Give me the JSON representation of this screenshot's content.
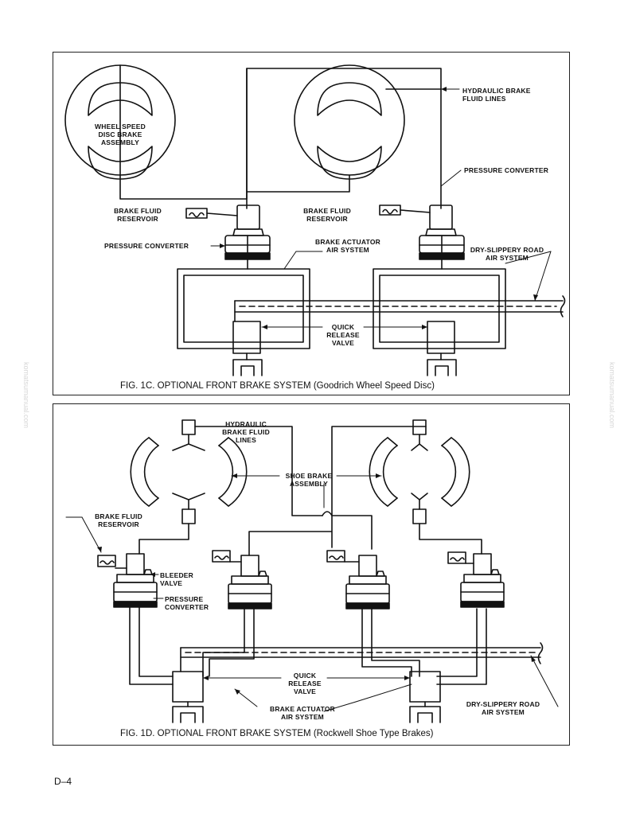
{
  "watermark": {
    "text": "komatsumanual.com"
  },
  "page": {
    "number": "D–4"
  },
  "fig_1c": {
    "caption": "FIG. 1C. OPTIONAL FRONT BRAKE SYSTEM (Goodrich Wheel Speed Disc)",
    "labels": {
      "hydraulic_lines": "HYDRAULIC BRAKE\nFLUID LINES",
      "wheel_speed": "WHEEL SPEED\nDISC BRAKE\nASSEMBLY",
      "pressure_converter_right": "PRESSURE CONVERTER",
      "reservoir_left": "BRAKE FLUID\nRESERVOIR",
      "reservoir_right": "BRAKE FLUID\nRESERVOIR",
      "pressure_converter_left": "PRESSURE CONVERTER",
      "actuator_air": "BRAKE ACTUATOR\nAIR SYSTEM",
      "dry_slippery": "DRY-SLIPPERY ROAD\nAIR SYSTEM",
      "quick_release": "QUICK\nRELEASE\nVALVE"
    }
  },
  "fig_1d": {
    "caption": "FIG. 1D. OPTIONAL FRONT BRAKE SYSTEM (Rockwell Shoe Type Brakes)",
    "labels": {
      "hydraulic_lines": "HYDRAULIC\nBRAKE FLUID\nLINES",
      "shoe_brake": "SHOE BRAKE\nASSEMBLY",
      "reservoir": "BRAKE FLUID\nRESERVOIR",
      "bleeder": "BLEEDER\nVALVE",
      "pressure_converter": "PRESSURE\nCONVERTER",
      "quick_release": "QUICK\nRELEASE\nVALVE",
      "actuator_air": "BRAKE ACTUATOR\nAIR SYSTEM",
      "dry_slippery": "DRY-SLIPPERY ROAD\nAIR SYSTEM"
    }
  }
}
